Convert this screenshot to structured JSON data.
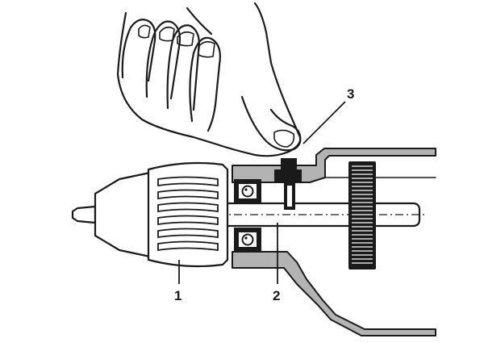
{
  "callouts": [
    {
      "id": "1",
      "label": "1"
    },
    {
      "id": "2",
      "label": "2"
    },
    {
      "id": "3",
      "label": "3"
    }
  ],
  "colors": {
    "ink": "#1a1a1a",
    "housing_gray": "#b3b3b3",
    "background": "#ffffff"
  },
  "icons": {
    "hand": "hand-pressing-icon",
    "chuck": "keyless-chuck-icon",
    "spindle": "spindle-shaft-icon",
    "lock_button": "spindle-lock-button-icon",
    "bearing": "ball-bearing-icon",
    "gear": "spur-gear-icon"
  }
}
